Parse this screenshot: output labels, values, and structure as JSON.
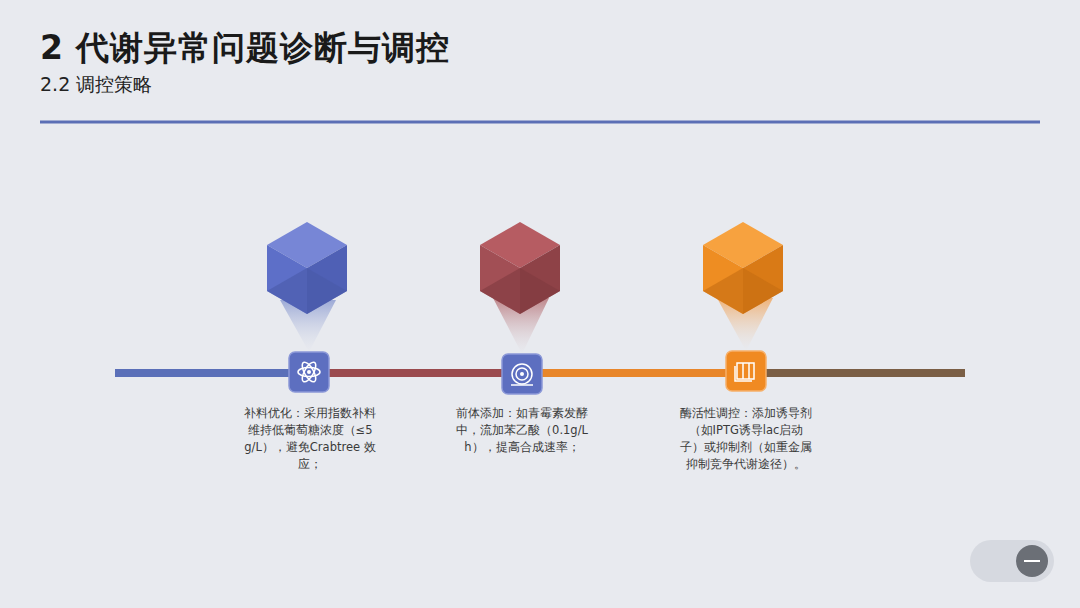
{
  "diagram": {
    "title": "2 代谢异常问题诊断与调控",
    "labels": [
      "2.2 调控策略",
      "补料优化：采用指数补料维持低葡萄糖浓度（≤5g/L），避免Crabtree 效应；",
      "前体添加：如青霉素发酵中，流加苯乙酸（0.1g/L h），提高合成速率；",
      "酶活性调控：添加诱导剂（如IPTG诱导lac启动子）或抑制剂（如重金属抑制竞争代谢途径）。"
    ]
  }
}
